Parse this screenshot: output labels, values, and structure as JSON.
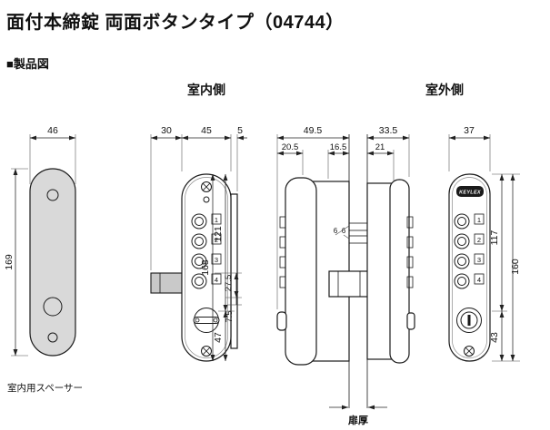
{
  "header": {
    "title": "面付本締錠 両面ボタンタイプ（04744）",
    "section": "■製品図"
  },
  "labels": {
    "indoor_side": "室内側",
    "outdoor_side": "室外側",
    "indoor_spacer": "室内用スペーサー",
    "door_thickness": "扉厚",
    "brand": "KEYLEX"
  },
  "keypad": [
    "1",
    "2",
    "3",
    "4"
  ],
  "dims": {
    "spacer_w": "46",
    "spacer_h": "169",
    "indoor_bolt_w": "30",
    "indoor_body_w": "45",
    "indoor_lip_w": "5",
    "indoor_h_total": "168",
    "indoor_h_upper": "121",
    "indoor_bolt_offset": "27.5",
    "indoor_bolt_half": "7.5",
    "indoor_h_lower": "47",
    "side_indoor_depth": "49.5",
    "side_indoor_body": "20.5",
    "side_indoor_case": "16.5",
    "side_clear_a": "6",
    "side_clear_b": "6",
    "side_outdoor_depth": "33.5",
    "side_outdoor_case": "21",
    "outdoor_body_w": "37",
    "outdoor_h_upper": "117",
    "outdoor_h_total": "160",
    "outdoor_h_lower": "43"
  },
  "colors": {
    "line": "#1a1a1a",
    "metal": "#c9c9c9",
    "spacer_fill": "#d9d9d9",
    "background": "#ffffff"
  }
}
